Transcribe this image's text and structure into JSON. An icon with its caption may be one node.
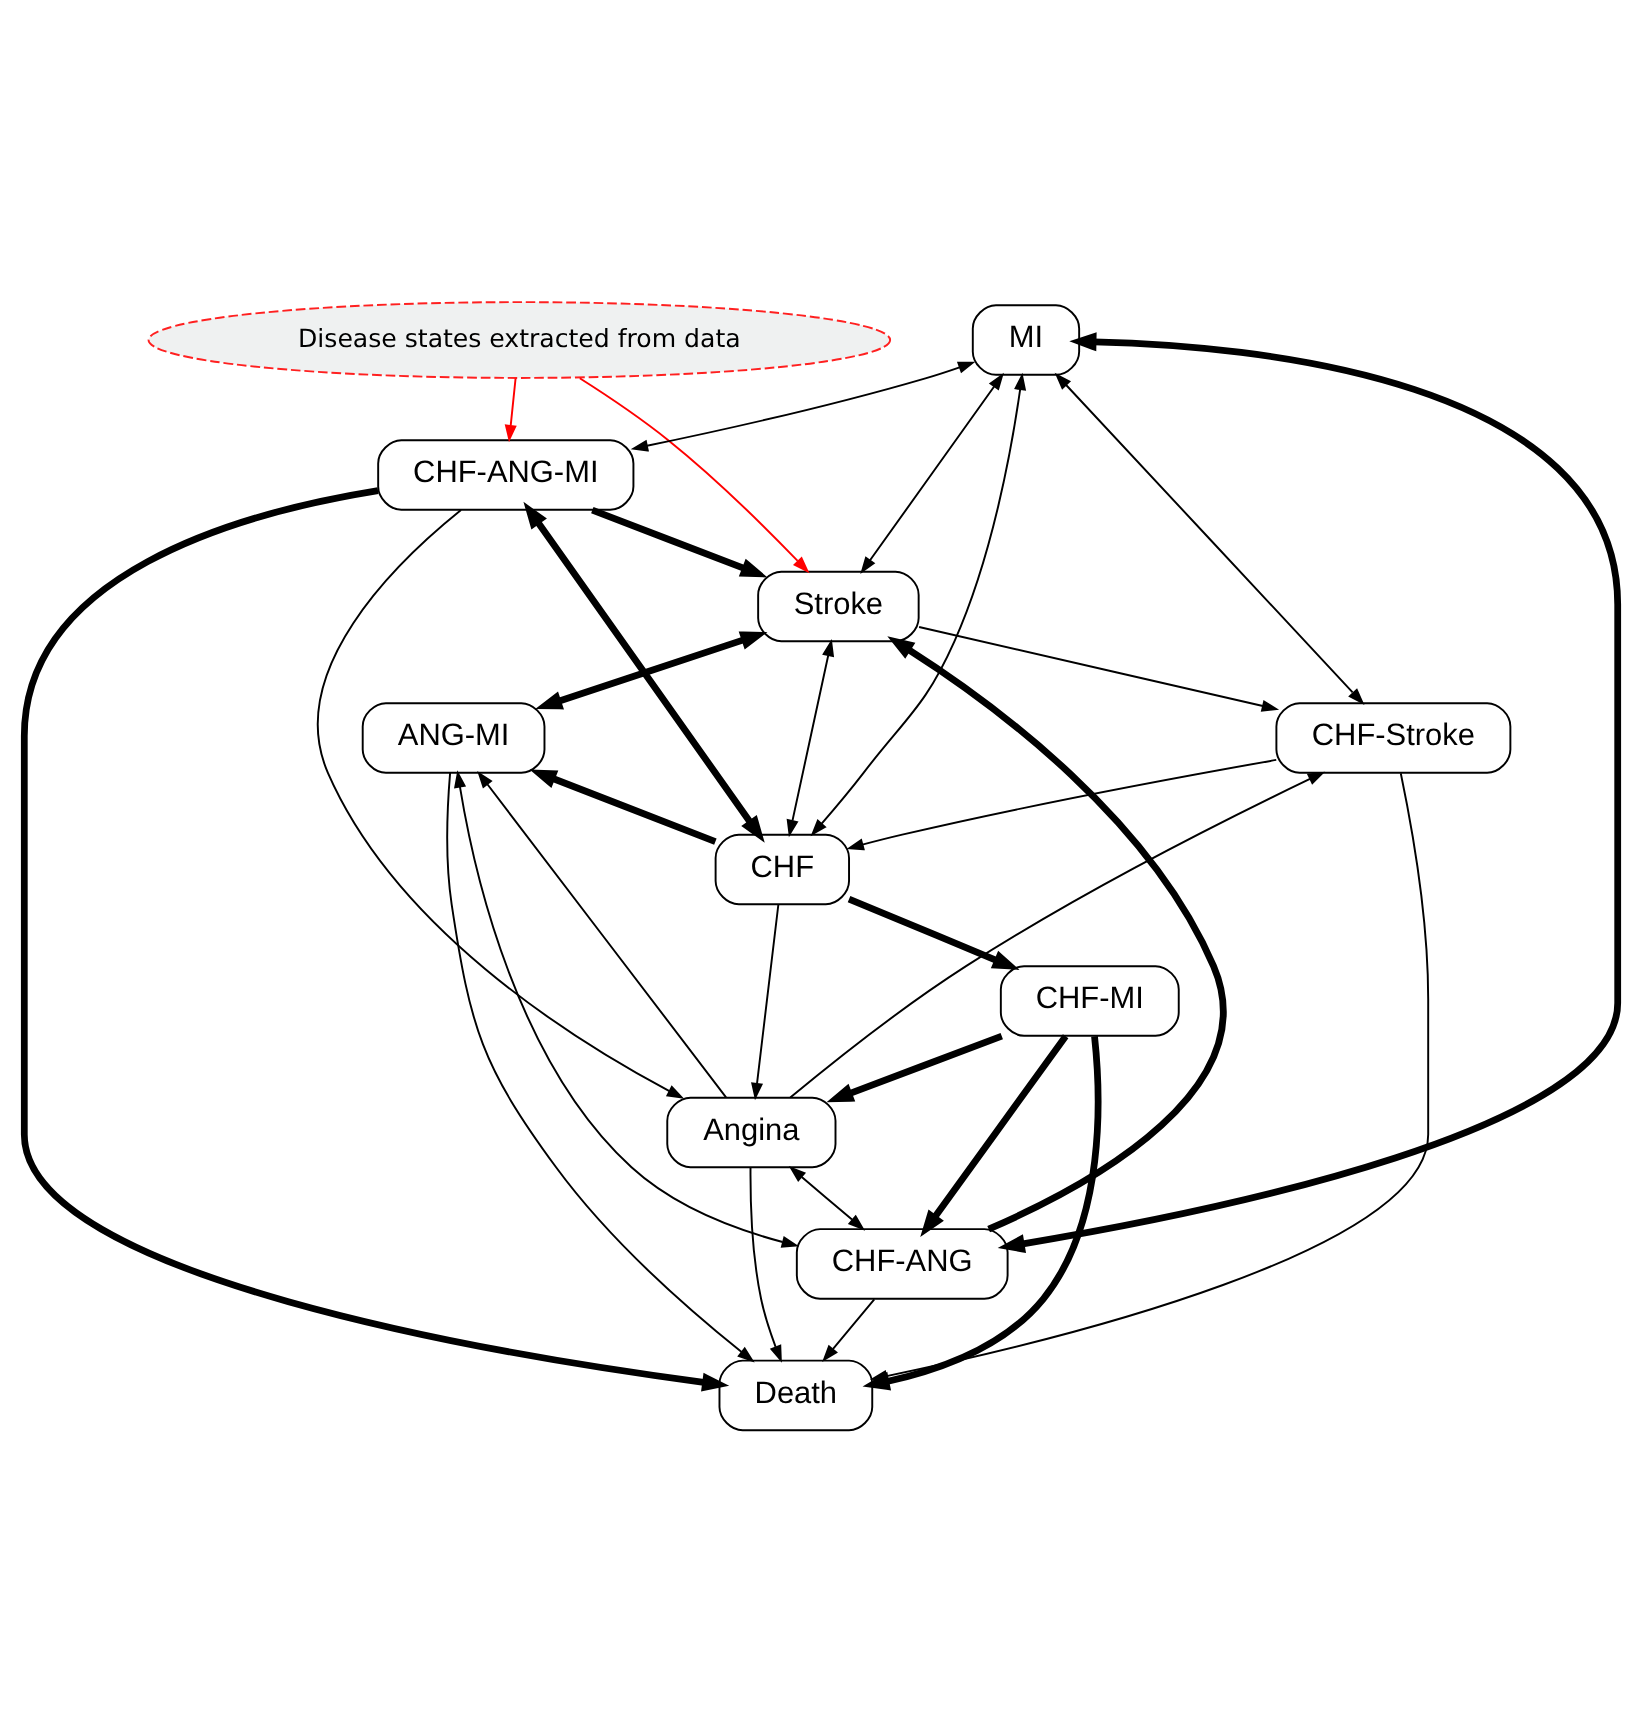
{
  "diagram": {
    "nodes": [
      {
        "text": [
          "Disease states extracted from data"
        ]
      },
      {
        "text": [
          "CHF-ANG-MI"
        ]
      },
      {
        "text": [
          "MI"
        ]
      },
      {
        "text": [
          "Stroke"
        ]
      },
      {
        "text": [
          "CHF"
        ]
      },
      {
        "text": [
          "CHF-MI"
        ]
      },
      {
        "text": [
          "Angina"
        ]
      },
      {
        "text": [
          "ANG-MI"
        ]
      },
      {
        "text": [
          "CHF-Stroke"
        ]
      },
      {
        "text": [
          "CHF-ANG"
        ]
      },
      {
        "text": [
          "Death"
        ]
      }
    ],
    "edges": [
      {
        "from": 0,
        "to": 1,
        "arrow": "to",
        "color": "#ff0000"
      },
      {
        "from": 0,
        "to": 3,
        "arrow": "to",
        "color": "#ff0000"
      },
      {
        "from": 1,
        "to": 2,
        "arrow": "both"
      },
      {
        "from": 3,
        "to": 2,
        "arrow": "both"
      },
      {
        "from": 1,
        "to": 3,
        "arrow": "to",
        "style": "thick"
      },
      {
        "from": 3,
        "to": 4,
        "arrow": "both"
      },
      {
        "from": 1,
        "to": 4,
        "arrow": "both",
        "style": "thick"
      },
      {
        "from": 2,
        "to": 4,
        "arrow": "both"
      },
      {
        "from": 2,
        "to": 8,
        "arrow": "both"
      },
      {
        "from": 8,
        "to": 4,
        "arrow": "to"
      },
      {
        "from": 4,
        "to": 5,
        "arrow": "to",
        "style": "thick"
      },
      {
        "from": 5,
        "to": 6,
        "arrow": "to",
        "style": "thick"
      },
      {
        "from": 5,
        "to": 10,
        "arrow": "to",
        "style": "thick"
      },
      {
        "from": 5,
        "to": 9,
        "arrow": "to",
        "style": "thick"
      },
      {
        "from": 1,
        "to": 6,
        "arrow": "to"
      },
      {
        "from": 1,
        "to": 10,
        "arrow": "to",
        "style": "thick"
      },
      {
        "from": 2,
        "to": 9,
        "arrow": "both",
        "style": "thick"
      },
      {
        "from": 4,
        "to": 6,
        "arrow": "to"
      },
      {
        "from": 4,
        "to": 7,
        "arrow": "to",
        "style": "thick"
      },
      {
        "from": 3,
        "to": 7,
        "arrow": "both",
        "style": "thick"
      },
      {
        "from": 9,
        "to": 3,
        "arrow": "to",
        "style": "thick"
      },
      {
        "from": 3,
        "to": 8,
        "arrow": "to"
      },
      {
        "from": 6,
        "to": 8,
        "arrow": "to"
      },
      {
        "from": 6,
        "to": 7,
        "arrow": "to"
      },
      {
        "from": 6,
        "to": 9,
        "arrow": "both"
      },
      {
        "from": 7,
        "to": 9,
        "arrow": "both"
      },
      {
        "from": 7,
        "to": 10,
        "arrow": "to"
      },
      {
        "from": 9,
        "to": 10,
        "arrow": "to"
      },
      {
        "from": 8,
        "to": 10,
        "arrow": "to"
      },
      {
        "from": 6,
        "to": 10,
        "arrow": "to"
      }
    ]
  }
}
